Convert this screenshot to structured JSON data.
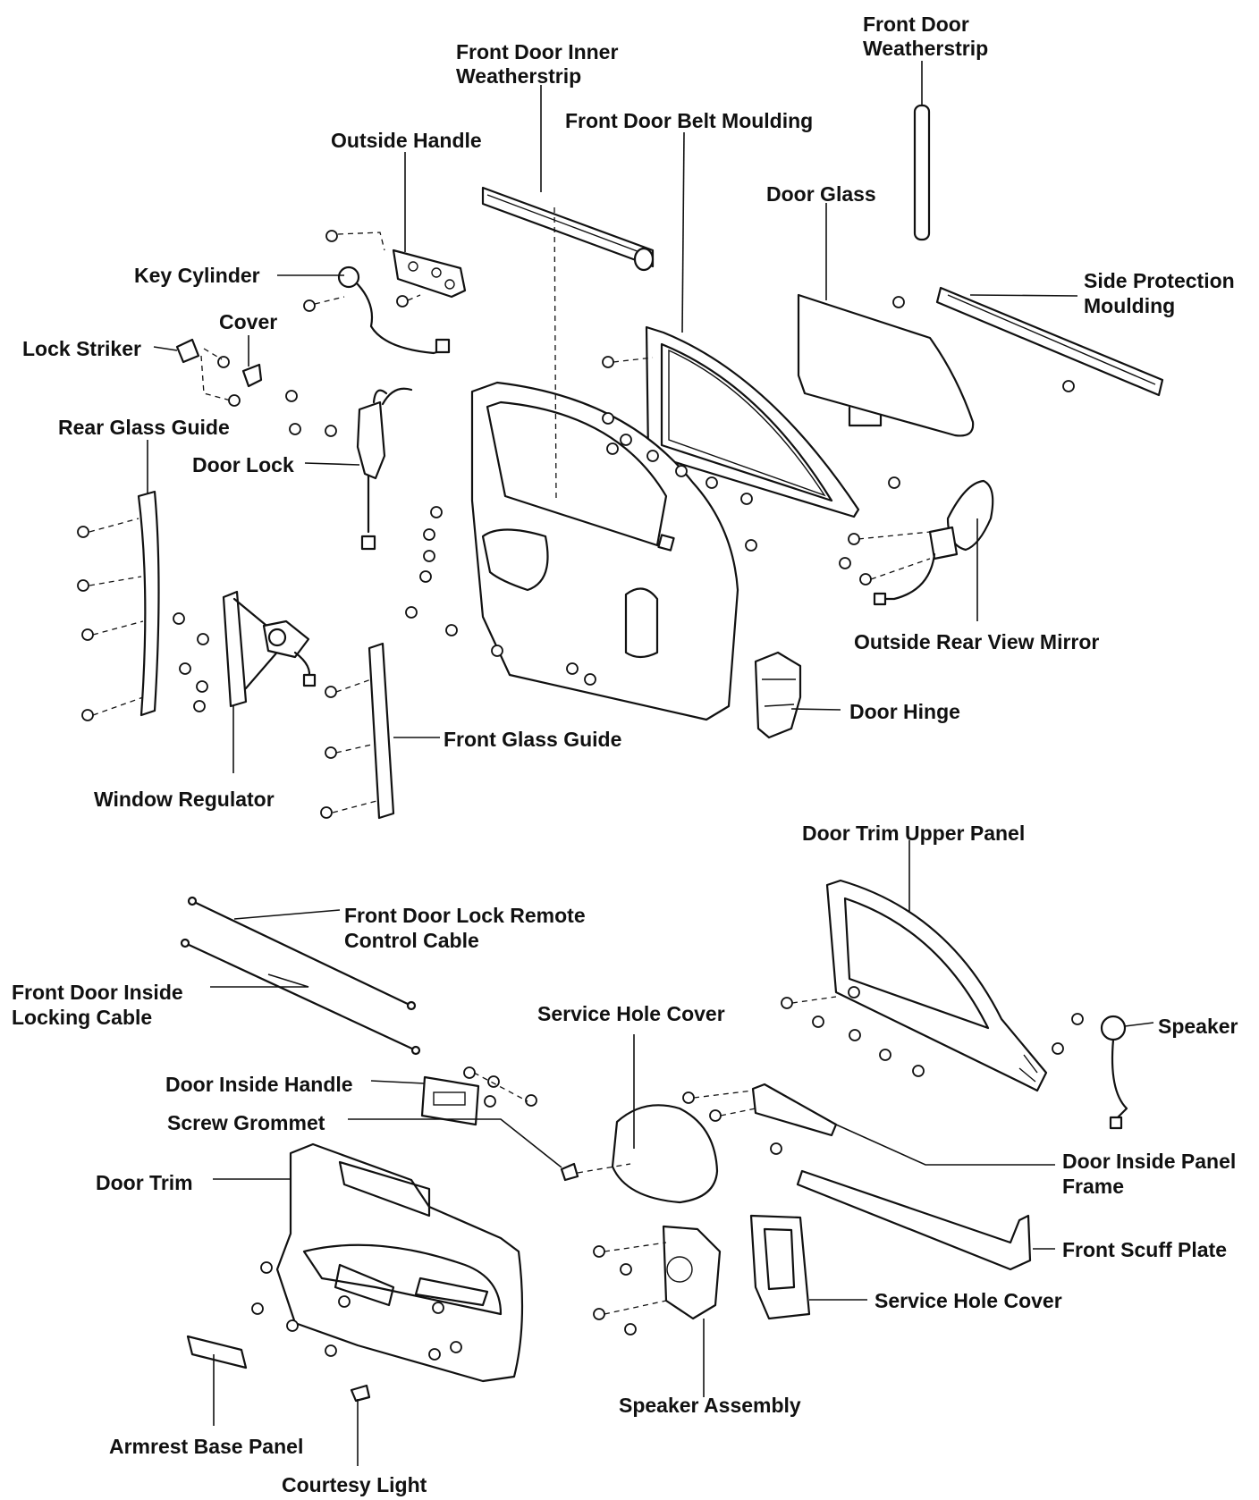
{
  "labels": {
    "front_door_weatherstrip": [
      "Front Door",
      "Weatherstrip"
    ],
    "front_door_inner_weatherstrip": [
      "Front Door Inner",
      "Weatherstrip"
    ],
    "front_door_belt_moulding": "Front Door Belt Moulding",
    "outside_handle": "Outside Handle",
    "door_glass": "Door Glass",
    "key_cylinder": "Key Cylinder",
    "side_protection_moulding": [
      "Side Protection",
      "Moulding"
    ],
    "cover": "Cover",
    "lock_striker": "Lock Striker",
    "rear_glass_guide": "Rear Glass Guide",
    "door_lock": "Door Lock",
    "outside_rear_view_mirror": "Outside Rear View Mirror",
    "door_hinge": "Door Hinge",
    "front_glass_guide": "Front Glass Guide",
    "window_regulator": "Window Regulator",
    "door_trim_upper_panel": "Door Trim Upper Panel",
    "front_door_lock_remote_control_cable": [
      "Front Door Lock Remote",
      "Control Cable"
    ],
    "front_door_inside_locking_cable": [
      "Front Door Inside",
      "Locking Cable"
    ],
    "service_hole_cover_upper": "Service Hole Cover",
    "speaker": "Speaker",
    "door_inside_handle": "Door Inside Handle",
    "screw_grommet": "Screw Grommet",
    "door_inside_panel_frame": [
      "Door Inside Panel",
      "Frame"
    ],
    "door_trim": "Door Trim",
    "front_scuff_plate": "Front Scuff Plate",
    "service_hole_cover_lower": "Service Hole Cover",
    "speaker_assembly": "Speaker Assembly",
    "armrest_base_panel": "Armrest Base Panel",
    "courtesy_light": "Courtesy Light"
  },
  "colors": {
    "ink": "#111111",
    "paper": "#ffffff"
  }
}
